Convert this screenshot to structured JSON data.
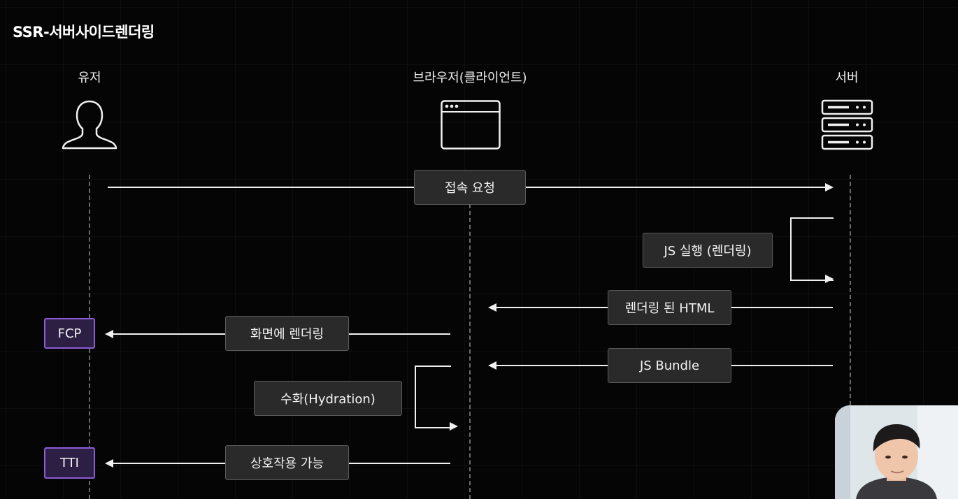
{
  "title": "SSR-서버사이드렌더링",
  "actors": {
    "user": {
      "label": "유저",
      "icon": "user-icon"
    },
    "browser": {
      "label": "브라우저(클라이언트)",
      "icon": "browser-window-icon"
    },
    "server": {
      "label": "서버",
      "icon": "server-icon"
    }
  },
  "messages": {
    "connect_request": "접속 요청",
    "js_execute": "JS 실행 (렌더링)",
    "rendered_html": "렌더링 된 HTML",
    "render_to_screen": "화면에 렌더링",
    "js_bundle": "JS Bundle",
    "hydration": "수화(Hydration)",
    "interactive": "상호작용 가능"
  },
  "metrics": {
    "fcp": "FCP",
    "tti": "TTI"
  },
  "colors": {
    "background": "#050505",
    "line": "#f0f0f0",
    "message_box": "#2a2a2a",
    "metric_border": "#8b5cd6",
    "metric_fill": "#2d1f44"
  }
}
